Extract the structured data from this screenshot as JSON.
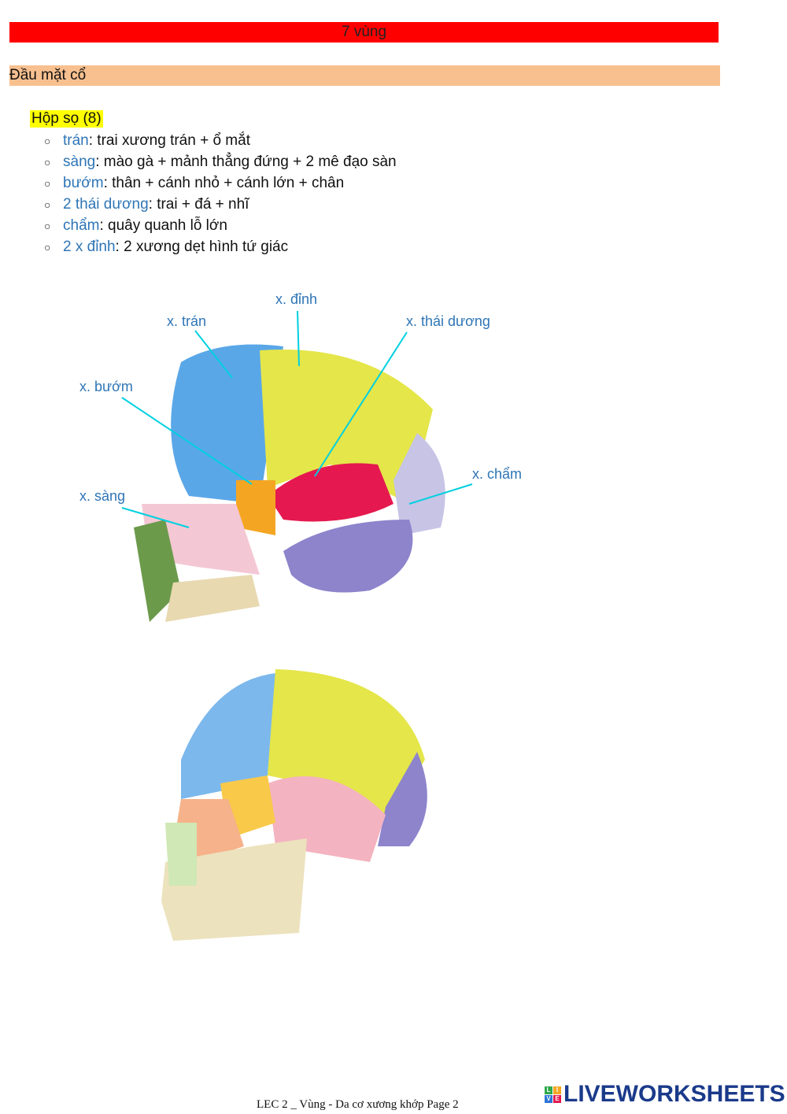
{
  "title": "7 vùng",
  "section": "Đầu mặt cổ",
  "heading": "Hộp sọ (8)",
  "items": [
    {
      "term": "trán",
      "desc": ": trai xương trán + ổ mắt"
    },
    {
      "term": "sàng",
      "desc": ": mào gà + mảnh thẳng đứng + 2 mê đạo sàn"
    },
    {
      "term": "bướm",
      "desc": ": thân + cánh nhỏ + cánh lớn + chân"
    },
    {
      "term": "2 thái dương",
      "desc": ": trai + đá + nhĩ"
    },
    {
      "term": "chẩm",
      "desc": ": quây quanh lỗ lớn"
    },
    {
      "term": "2 x đỉnh",
      "desc": ": 2 xương dẹt hình tứ giác"
    }
  ],
  "labels": {
    "dinh": "x. đỉnh",
    "tran": "x. trán",
    "thai_duong": "x. thái dương",
    "buom": "x. bướm",
    "cham": "x. chẩm",
    "sang": "x. sàng"
  },
  "footer": "LEC 2 _ Vùng - Da cơ xương khớp Page 2",
  "logo": {
    "text": "LIVEWORKSHEETS",
    "letters": [
      "L",
      "I",
      "V",
      "E"
    ]
  },
  "colors": {
    "title_bar": "#ff0000",
    "section_bar": "#f8c08f",
    "highlight": "#ffff00",
    "term": "#2e75b6"
  }
}
